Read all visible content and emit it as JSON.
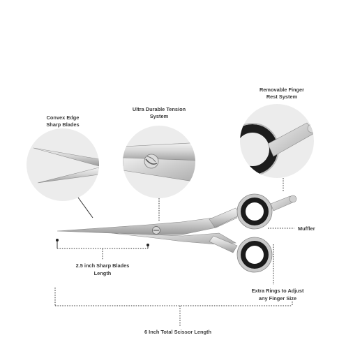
{
  "callouts": {
    "convex_line1": "Convex Edge",
    "convex_line2": "Sharp Blades",
    "tension_line1": "Ultra Durable Tension",
    "tension_line2": "System",
    "finger_line1": "Removable Finger",
    "finger_line2": "Rest System",
    "muffler": "Muffler",
    "rings_line1": "Extra Rings to Adjust",
    "rings_line2": "any Finger Size"
  },
  "dimensions": {
    "blades_line1": "2.5 inch Sharp Blades",
    "blades_line2": "Length",
    "total": "6 Inch Total Scissor Length"
  }
}
